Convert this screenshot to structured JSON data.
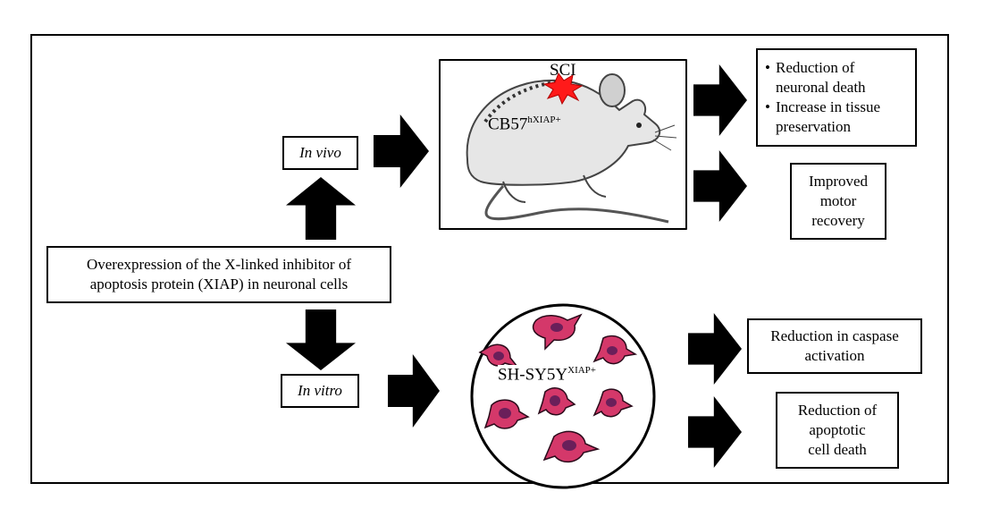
{
  "central": {
    "line1": "Overexpression of the X-linked inhibitor of",
    "line2": "apoptosis protein (XIAP) in neuronal cells"
  },
  "in_vivo": {
    "label": "In vivo"
  },
  "in_vitro": {
    "label": "In vitro"
  },
  "mouse": {
    "injury_label": "SCI",
    "strain_base": "CB57",
    "strain_sup": "hXIAP+"
  },
  "cells": {
    "line_base": "SH-SY5Y",
    "line_sup": "XIAP+"
  },
  "outcomes": {
    "vivo_1": {
      "bullet1": "Reduction of neuronal death",
      "bullet2": "Increase in tissue preservation"
    },
    "vivo_2": {
      "line1": "Improved",
      "line2": "motor",
      "line3": "recovery"
    },
    "vitro_1": {
      "line1": "Reduction in caspase",
      "line2": "activation"
    },
    "vitro_2": {
      "line1": "Reduction of",
      "line2": "apoptotic",
      "line3": "cell death"
    }
  },
  "colors": {
    "cell_fill": "#d4386a",
    "nucleus": "#6a1f5a",
    "injury": "#ff1a1a",
    "mouse": "#e6e6e6"
  }
}
